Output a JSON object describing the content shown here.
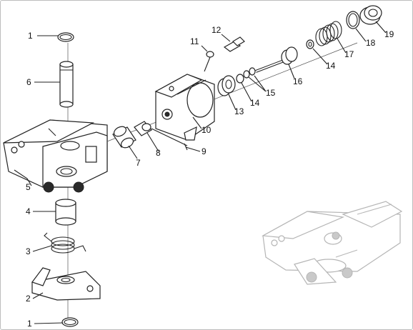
{
  "callouts": [
    "1",
    "6",
    "5",
    "4",
    "3",
    "2",
    "1",
    "7",
    "8",
    "9",
    "10",
    "11",
    "12",
    "13",
    "14",
    "15",
    "16",
    "14",
    "17",
    "18",
    "19"
  ]
}
